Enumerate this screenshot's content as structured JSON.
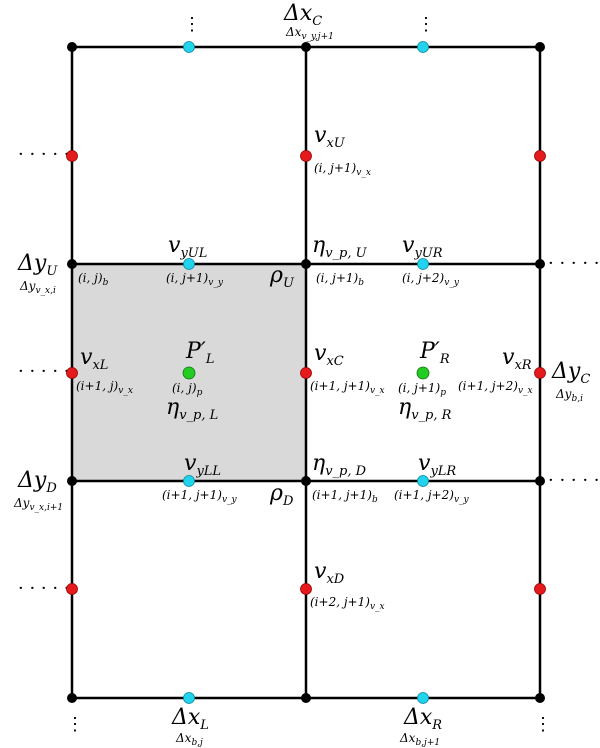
{
  "colors": {
    "grid": "#000000",
    "shade": "#d9d9d9",
    "node_black": "#000000",
    "node_red": "#e41a1c",
    "node_cyan": "#22d3ee",
    "node_green": "#22cc22"
  },
  "labels": {
    "dx_c": {
      "main": "Δx",
      "sub": "C"
    },
    "dx_c_small": {
      "main": "Δx",
      "sub": "v_y,j+1"
    },
    "dx_l": {
      "main": "Δx",
      "sub": "L"
    },
    "dx_l_small": {
      "main": "Δx",
      "sub": "b,j"
    },
    "dx_r": {
      "main": "Δx",
      "sub": "R"
    },
    "dx_r_small": {
      "main": "Δx",
      "sub": "b,j+1"
    },
    "dy_u": {
      "main": "Δy",
      "sub": "U"
    },
    "dy_u_small": {
      "main": "Δy",
      "sub": "v_x,i"
    },
    "dy_d": {
      "main": "Δy",
      "sub": "D"
    },
    "dy_d_small": {
      "main": "Δy",
      "sub": "v_x,i+1"
    },
    "dy_c": {
      "main": "Δy",
      "sub": "C"
    },
    "dy_c_small": {
      "main": "Δy",
      "sub": "b,i"
    },
    "vxU": {
      "main": "v",
      "sub": "xU"
    },
    "vxU_idx": "(i, j+1)",
    "vxU_idx_sub": "v_x",
    "vyUL": {
      "main": "v",
      "sub": "yUL"
    },
    "vyUL_idx": "(i, j+1)",
    "vyUL_idx_sub": "v_y",
    "vyUR": {
      "main": "v",
      "sub": "yUR"
    },
    "vyUR_idx": "(i, j+2)",
    "vyUR_idx_sub": "v_y",
    "etaU": {
      "main": "η",
      "sub": "v_p, U"
    },
    "rhoU": {
      "main": "ρ",
      "sub": "U"
    },
    "b_ij": "(i, j)",
    "b_ij_sub": "b",
    "b_ij1": "(i, j+1)",
    "b_ij1_sub": "b",
    "vxL": {
      "main": "v",
      "sub": "xL"
    },
    "vxL_idx": "(i+1, j)",
    "vxL_idx_sub": "v_x",
    "PL": {
      "main": "P′",
      "sub": "L"
    },
    "PL_idx": "(i, j)",
    "PL_idx_sub": "p",
    "etaL": {
      "main": "η",
      "sub": "v_p, L"
    },
    "vxC": {
      "main": "v",
      "sub": "xC"
    },
    "vxC_idx": "(i+1, j+1)",
    "vxC_idx_sub": "v_x",
    "PR": {
      "main": "P′",
      "sub": "R"
    },
    "PR_idx": "(i, j+1)",
    "PR_idx_sub": "p",
    "etaR": {
      "main": "η",
      "sub": "v_p, R"
    },
    "vxR": {
      "main": "v",
      "sub": "xR"
    },
    "vxR_idx": "(i+1, j+2)",
    "vxR_idx_sub": "v_x",
    "vyLL": {
      "main": "v",
      "sub": "yLL"
    },
    "vyLL_idx": "(i+1, j+1)",
    "vyLL_idx_sub": "v_y",
    "vyLR": {
      "main": "v",
      "sub": "yLR"
    },
    "vyLR_idx": "(i+1, j+2)",
    "vyLR_idx_sub": "v_y",
    "etaD": {
      "main": "η",
      "sub": "v_p, D"
    },
    "rhoD": {
      "main": "ρ",
      "sub": "D"
    },
    "b_i1j1": "(i+1, j+1)",
    "b_i1j1_sub": "b",
    "vxD": {
      "main": "v",
      "sub": "xD"
    },
    "vxD_idx": "(i+2, j+1)",
    "vxD_idx_sub": "v_x",
    "hdots": "· · · · ·",
    "vdots": "⋮"
  }
}
